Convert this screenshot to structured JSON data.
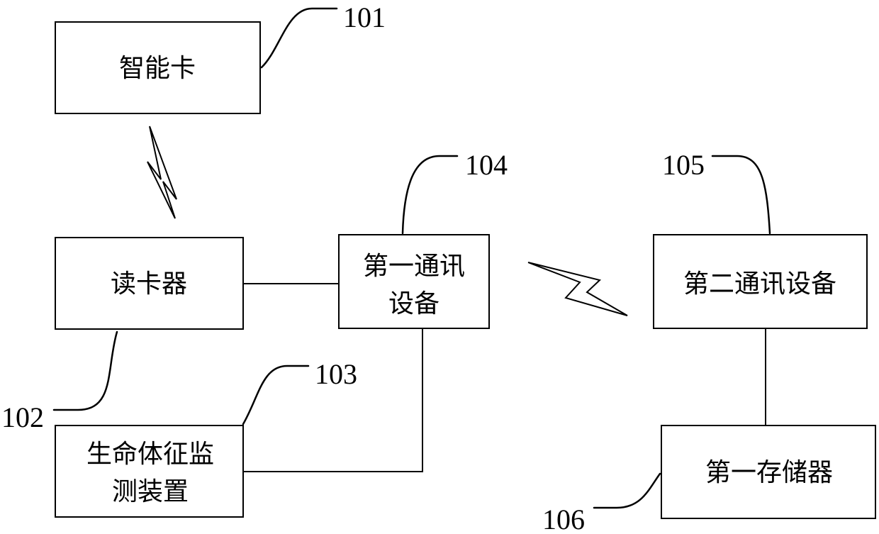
{
  "blocks": {
    "smart_card": {
      "label": "智能卡",
      "ref": "101"
    },
    "card_reader": {
      "label": "读卡器",
      "ref": "102"
    },
    "vital_monitor": {
      "label_line1": "生命体征监",
      "label_line2": "测装置",
      "ref": "103"
    },
    "first_comm": {
      "label_line1": "第一通讯",
      "label_line2": "设备",
      "ref": "104"
    },
    "second_comm": {
      "label": "第二通讯设备",
      "ref": "105"
    },
    "first_storage": {
      "label": "第一存储器",
      "ref": "106"
    }
  },
  "links": [
    {
      "from": "smart_card",
      "to": "card_reader",
      "kind": "wireless"
    },
    {
      "from": "card_reader",
      "to": "first_comm",
      "kind": "wired"
    },
    {
      "from": "vital_monitor",
      "to": "first_comm",
      "kind": "wired"
    },
    {
      "from": "first_comm",
      "to": "second_comm",
      "kind": "wireless"
    },
    {
      "from": "second_comm",
      "to": "first_storage",
      "kind": "wired"
    }
  ]
}
